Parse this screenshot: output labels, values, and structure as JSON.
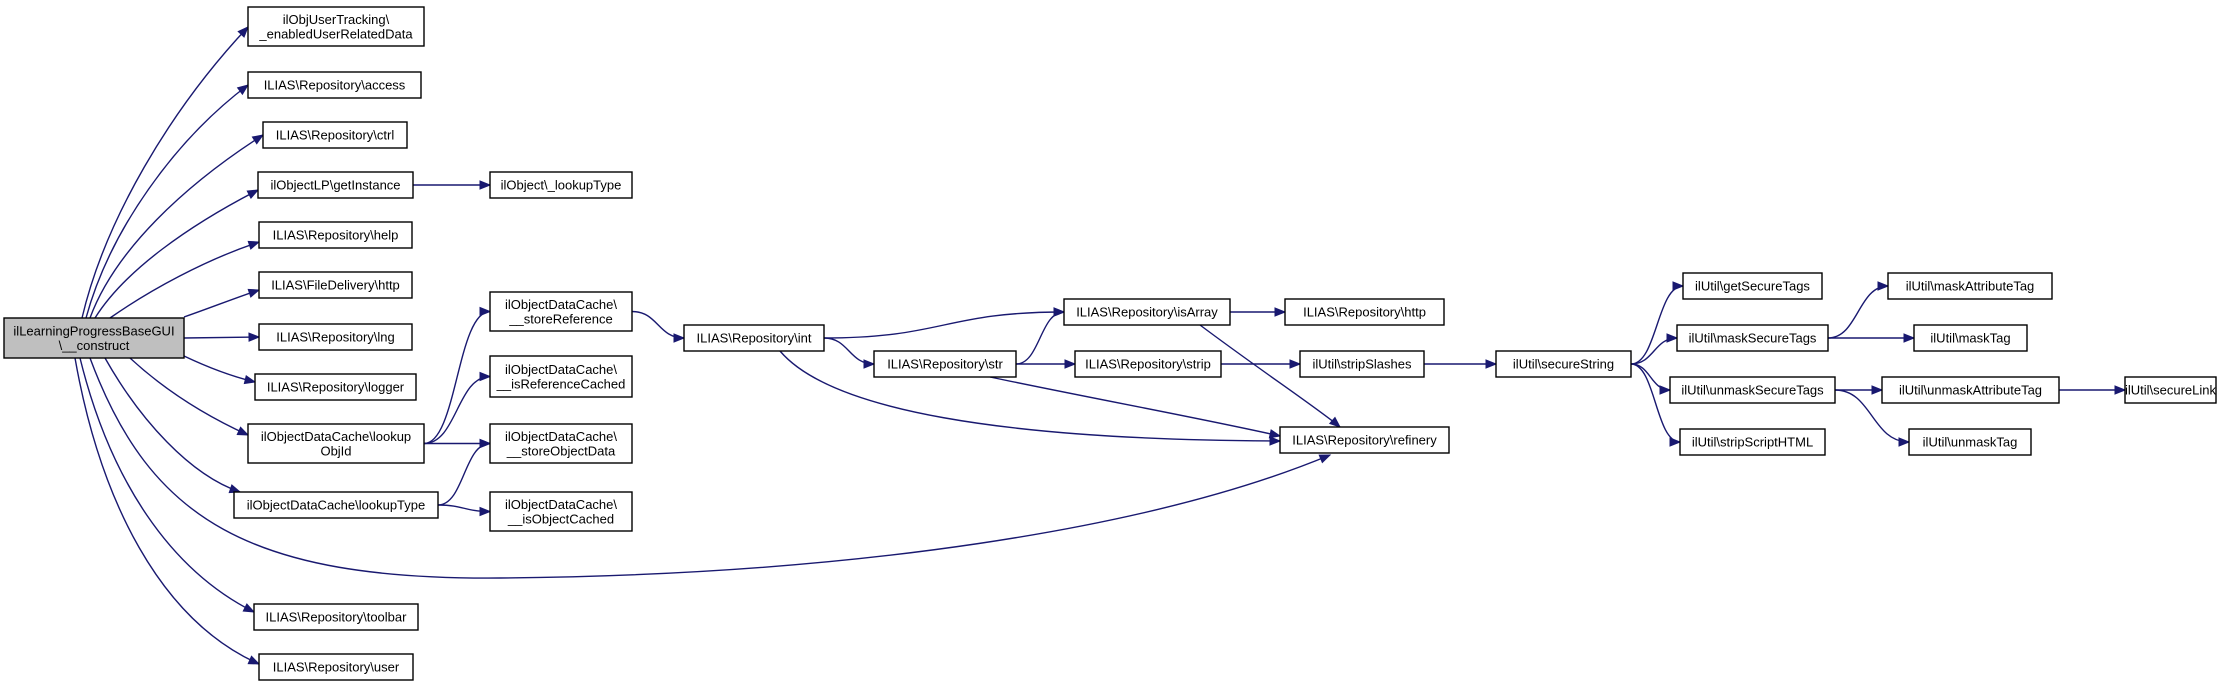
{
  "diagram": {
    "type": "call-graph",
    "colors": {
      "edge": "#191970",
      "node_fill": "#ffffff",
      "node_border": "#000000",
      "root_fill": "#bfbfbf"
    },
    "nodes": [
      {
        "id": "root",
        "lines": [
          "ilLearningProgressBaseGUI",
          "\\__construct"
        ],
        "highlight": true
      },
      {
        "id": "n1",
        "lines": [
          "ilObjUserTracking\\",
          "_enabledUserRelatedData"
        ]
      },
      {
        "id": "n2",
        "lines": [
          "ILIAS\\Repository\\access"
        ]
      },
      {
        "id": "n3",
        "lines": [
          "ILIAS\\Repository\\ctrl"
        ]
      },
      {
        "id": "n4",
        "lines": [
          "ilObjectLP\\getInstance"
        ]
      },
      {
        "id": "n5",
        "lines": [
          "ilObject\\_lookupType"
        ]
      },
      {
        "id": "n6",
        "lines": [
          "ILIAS\\Repository\\help"
        ]
      },
      {
        "id": "n7",
        "lines": [
          "ILIAS\\FileDelivery\\http"
        ]
      },
      {
        "id": "n8",
        "lines": [
          "ILIAS\\Repository\\lng"
        ]
      },
      {
        "id": "n9",
        "lines": [
          "ILIAS\\Repository\\logger"
        ]
      },
      {
        "id": "n10",
        "lines": [
          "ilObjectDataCache\\lookup",
          "ObjId"
        ]
      },
      {
        "id": "n11",
        "lines": [
          "ilObjectDataCache\\lookupType"
        ]
      },
      {
        "id": "n12",
        "lines": [
          "ILIAS\\Repository\\toolbar"
        ]
      },
      {
        "id": "n13",
        "lines": [
          "ILIAS\\Repository\\user"
        ]
      },
      {
        "id": "n14",
        "lines": [
          "ilObjectDataCache\\",
          "__storeReference"
        ]
      },
      {
        "id": "n15",
        "lines": [
          "ilObjectDataCache\\",
          "__isReferenceCached"
        ]
      },
      {
        "id": "n16",
        "lines": [
          "ilObjectDataCache\\",
          "__storeObjectData"
        ]
      },
      {
        "id": "n17",
        "lines": [
          "ilObjectDataCache\\",
          "__isObjectCached"
        ]
      },
      {
        "id": "n18",
        "lines": [
          "ILIAS\\Repository\\int"
        ]
      },
      {
        "id": "n19",
        "lines": [
          "ILIAS\\Repository\\isArray"
        ]
      },
      {
        "id": "n20",
        "lines": [
          "ILIAS\\Repository\\str"
        ]
      },
      {
        "id": "n21",
        "lines": [
          "ILIAS\\Repository\\strip"
        ]
      },
      {
        "id": "n22",
        "lines": [
          "ILIAS\\Repository\\refinery"
        ]
      },
      {
        "id": "n23",
        "lines": [
          "ILIAS\\Repository\\http"
        ]
      },
      {
        "id": "n24",
        "lines": [
          "ilUtil\\stripSlashes"
        ]
      },
      {
        "id": "n25",
        "lines": [
          "ilUtil\\secureString"
        ]
      },
      {
        "id": "n26",
        "lines": [
          "ilUtil\\getSecureTags"
        ]
      },
      {
        "id": "n27",
        "lines": [
          "ilUtil\\maskSecureTags"
        ]
      },
      {
        "id": "n28",
        "lines": [
          "ilUtil\\unmaskSecureTags"
        ]
      },
      {
        "id": "n29",
        "lines": [
          "ilUtil\\stripScriptHTML"
        ]
      },
      {
        "id": "n30",
        "lines": [
          "ilUtil\\maskAttributeTag"
        ]
      },
      {
        "id": "n31",
        "lines": [
          "ilUtil\\maskTag"
        ]
      },
      {
        "id": "n32",
        "lines": [
          "ilUtil\\unmaskAttributeTag"
        ]
      },
      {
        "id": "n33",
        "lines": [
          "ilUtil\\unmaskTag"
        ]
      },
      {
        "id": "n34",
        "lines": [
          "ilUtil\\secureLink"
        ]
      }
    ],
    "edges": [
      [
        "root",
        "n1"
      ],
      [
        "root",
        "n2"
      ],
      [
        "root",
        "n3"
      ],
      [
        "root",
        "n4"
      ],
      [
        "root",
        "n6"
      ],
      [
        "root",
        "n7"
      ],
      [
        "root",
        "n8"
      ],
      [
        "root",
        "n9"
      ],
      [
        "root",
        "n10"
      ],
      [
        "root",
        "n11"
      ],
      [
        "root",
        "n22"
      ],
      [
        "root",
        "n12"
      ],
      [
        "root",
        "n13"
      ],
      [
        "n4",
        "n5"
      ],
      [
        "n10",
        "n14"
      ],
      [
        "n10",
        "n15"
      ],
      [
        "n10",
        "n16"
      ],
      [
        "n11",
        "n16"
      ],
      [
        "n11",
        "n17"
      ],
      [
        "n14",
        "n18"
      ],
      [
        "n18",
        "n19"
      ],
      [
        "n18",
        "n20"
      ],
      [
        "n18",
        "n22"
      ],
      [
        "n20",
        "n19"
      ],
      [
        "n20",
        "n21"
      ],
      [
        "n20",
        "n22"
      ],
      [
        "n19",
        "n23"
      ],
      [
        "n19",
        "n22"
      ],
      [
        "n21",
        "n24"
      ],
      [
        "n24",
        "n25"
      ],
      [
        "n25",
        "n26"
      ],
      [
        "n25",
        "n27"
      ],
      [
        "n25",
        "n28"
      ],
      [
        "n25",
        "n29"
      ],
      [
        "n27",
        "n30"
      ],
      [
        "n27",
        "n31"
      ],
      [
        "n28",
        "n32"
      ],
      [
        "n28",
        "n33"
      ],
      [
        "n32",
        "n34"
      ]
    ]
  }
}
